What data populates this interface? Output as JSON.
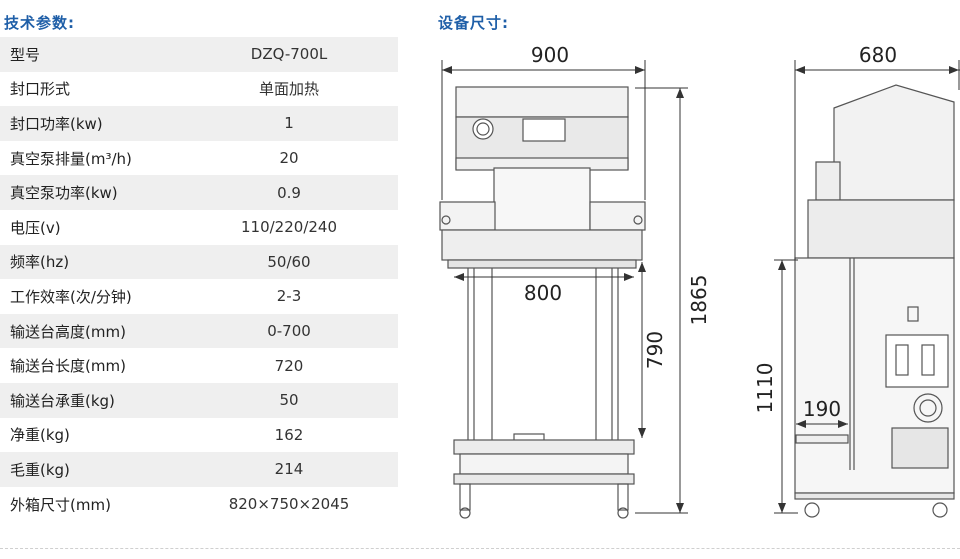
{
  "specs": {
    "title": "技术参数:",
    "rows": [
      {
        "label": "型号",
        "value": "DZQ-700L"
      },
      {
        "label": "封口形式",
        "value": "单面加热"
      },
      {
        "label": "封口功率(kw)",
        "value": "1"
      },
      {
        "label": "真空泵排量(m³/h)",
        "value": "20"
      },
      {
        "label": "真空泵功率(kw)",
        "value": "0.9"
      },
      {
        "label": "电压(v)",
        "value": "110/220/240"
      },
      {
        "label": "频率(hz)",
        "value": "50/60"
      },
      {
        "label": "工作效率(次/分钟)",
        "value": "2-3"
      },
      {
        "label": "输送台高度(mm)",
        "value": "0-700"
      },
      {
        "label": "输送台长度(mm)",
        "value": "720"
      },
      {
        "label": "输送台承重(kg)",
        "value": "50"
      },
      {
        "label": "净重(kg)",
        "value": "162"
      },
      {
        "label": "毛重(kg)",
        "value": "214"
      },
      {
        "label": "外箱尺寸(mm)",
        "value": "820×750×2045"
      }
    ]
  },
  "dimensions": {
    "title": "设备尺寸:",
    "front_width": "900",
    "side_width": "680",
    "conveyor_width": "800",
    "conveyor_height": "790",
    "total_height": "1865",
    "cabinet_height": "1110",
    "pedal_offset": "190"
  }
}
